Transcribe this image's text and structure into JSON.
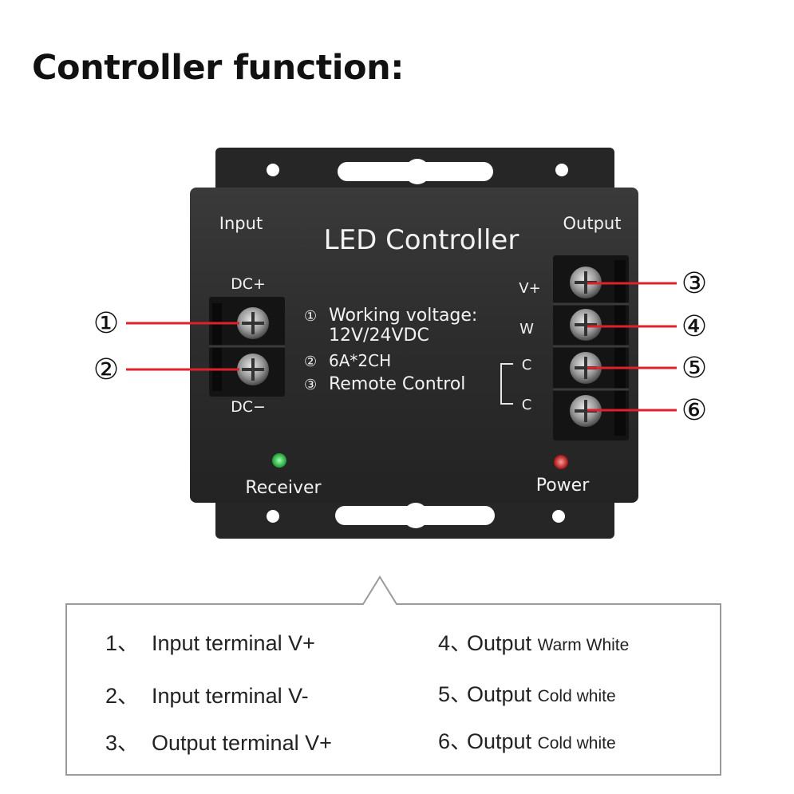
{
  "heading": "Controller function:",
  "device": {
    "title": "LED Controller",
    "input_label": "Input",
    "output_label": "Output",
    "dc_plus": "DC+",
    "dc_minus": "DC−",
    "spec_lines": [
      {
        "marker": "①",
        "text": "Working voltage:"
      },
      {
        "marker": "",
        "text": "12V/24VDC"
      },
      {
        "marker": "②",
        "text": "6A*2CH"
      },
      {
        "marker": "③",
        "text": "Remote Control"
      }
    ],
    "output_terminal_labels": [
      "V+",
      "W",
      "C",
      "C"
    ],
    "receiver_label": "Receiver",
    "power_label": "Power",
    "colors": {
      "body": "#2b2b2b",
      "led_receiver": "#2fd04a",
      "led_power": "#e02020",
      "callout_line": "#e0202a"
    }
  },
  "callouts": [
    "①",
    "②",
    "③",
    "④",
    "⑤",
    "⑥"
  ],
  "legend": [
    {
      "num": "1、",
      "main": "Input terminal V+",
      "small": ""
    },
    {
      "num": "2、",
      "main": "Input terminal V-",
      "small": ""
    },
    {
      "num": "3、",
      "main": "Output terminal V+",
      "small": ""
    },
    {
      "num": "4、",
      "main": "Output",
      "small": "Warm White"
    },
    {
      "num": "5、",
      "main": "Output",
      "small": "Cold white"
    },
    {
      "num": "6、",
      "main": "Output",
      "small": "Cold white"
    }
  ]
}
